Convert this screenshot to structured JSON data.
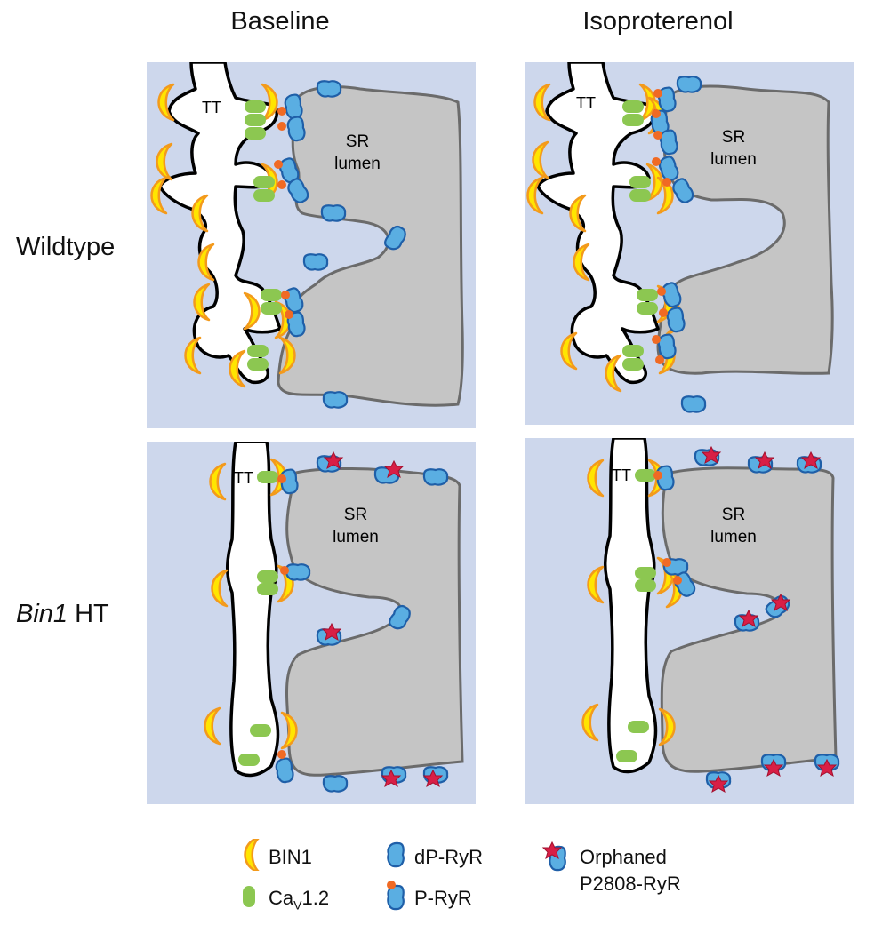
{
  "columns": {
    "left": "Baseline",
    "right": "Isoproterenol"
  },
  "rows": {
    "top": "Wildtype",
    "bottom_italic": "Bin1",
    "bottom_rest": " HT"
  },
  "labels": {
    "tt": "TT",
    "sr_line1": "SR",
    "sr_line2": "lumen"
  },
  "legend": {
    "bin1": "BIN1",
    "cav_prefix": "Ca",
    "cav_sub": "V",
    "cav_suffix": "1.2",
    "dp_ryr": "dP-RyR",
    "p_ryr": "P-RyR",
    "orphan_line1": "Orphaned",
    "orphan_line2": "P2808-RyR"
  },
  "colors": {
    "background": "#cdd7ec",
    "sr_fill": "#c5c5c5",
    "sr_stroke": "#6b6b6b",
    "ryr_fill": "#5aaee2",
    "ryr_stroke": "#1f5fa8",
    "bin1_fill": "#ffe500",
    "bin1_stroke": "#f39a1c",
    "cav_fill": "#8cc751",
    "phospho": "#f06a24",
    "orphan_star": "#d81f46"
  }
}
